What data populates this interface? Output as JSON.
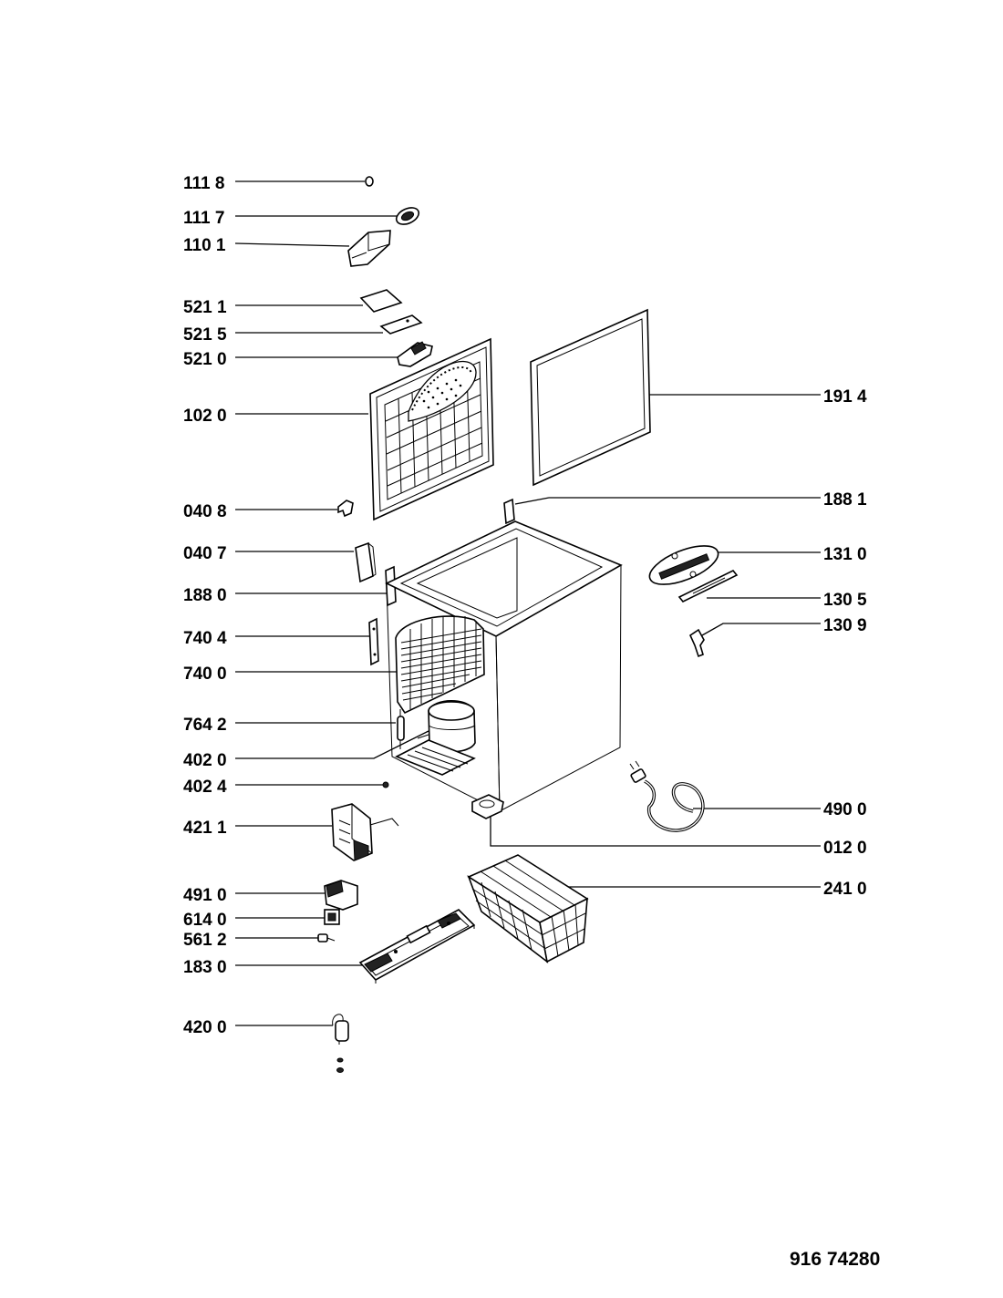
{
  "document_number": "916 74280",
  "parts_left": [
    {
      "id": "111 8"
    },
    {
      "id": "111 7"
    },
    {
      "id": "110 1"
    },
    {
      "id": "521 1"
    },
    {
      "id": "521 5"
    },
    {
      "id": "521 0"
    },
    {
      "id": "102 0"
    },
    {
      "id": "040 8"
    },
    {
      "id": "040 7"
    },
    {
      "id": "188 0"
    },
    {
      "id": "740 4"
    },
    {
      "id": "740 0"
    },
    {
      "id": "764 2"
    },
    {
      "id": "402 0"
    },
    {
      "id": "402 4"
    },
    {
      "id": "421 1"
    },
    {
      "id": "491 0"
    },
    {
      "id": "614 0"
    },
    {
      "id": "561 2"
    },
    {
      "id": "183 0"
    },
    {
      "id": "420 0"
    }
  ],
  "parts_right": [
    {
      "id": "191 4"
    },
    {
      "id": "188 1"
    },
    {
      "id": "131 0"
    },
    {
      "id": "130 5"
    },
    {
      "id": "130 9"
    },
    {
      "id": "490 0"
    },
    {
      "id": "012 0"
    },
    {
      "id": "241 0"
    }
  ]
}
